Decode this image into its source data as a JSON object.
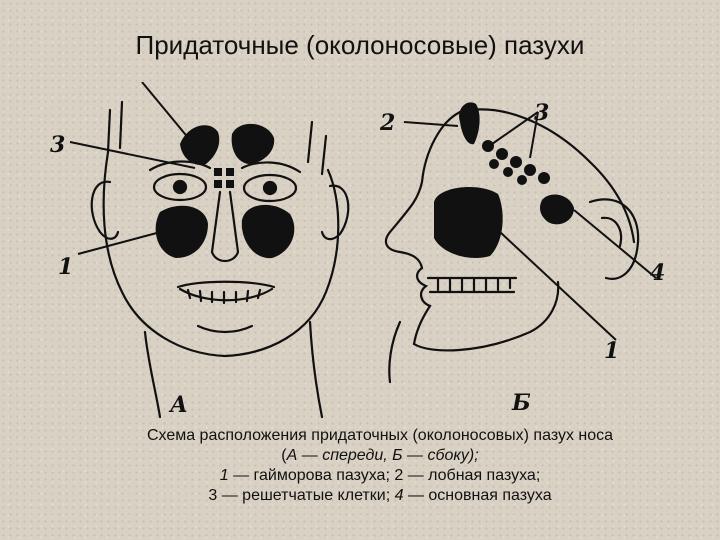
{
  "title": "Придаточные (околоносовые) пазухи",
  "figure": {
    "front_view_label": "А",
    "side_view_label": "Б",
    "callouts_front": [
      "3",
      "1"
    ],
    "callouts_side": [
      "2",
      "3",
      "4",
      "1"
    ]
  },
  "caption": {
    "line1": "Схема расположения придаточных (околоносовых) пазух носа",
    "line2_open": "(",
    "line2_a": "А",
    "line2_mid1": " — спереди, ",
    "line2_b": "Б",
    "line2_mid2": " — сбоку);",
    "line3_n1": "1",
    "line3_t1": " — гайморова пазуха; 2 — лобная пазуха;",
    "line4_t1": "3 — решетчатые клетки; ",
    "line4_n4": "4",
    "line4_t2": " — основная пазуха"
  }
}
